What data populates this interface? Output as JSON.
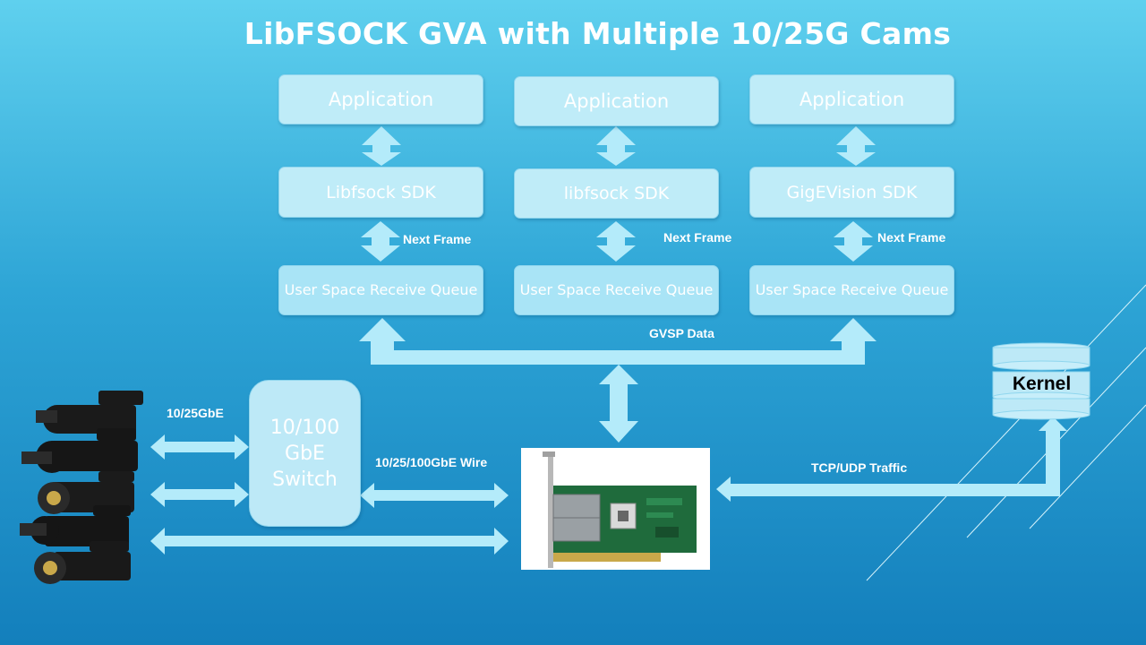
{
  "title": "LibFSOCK GVA with Multiple 10/25G Cams",
  "columns": [
    {
      "app": "Application",
      "sdk": "Libfsock SDK",
      "queue": "User Space Receive Queue",
      "arrow_label": "Next Frame"
    },
    {
      "app": "Application",
      "sdk": "libfsock SDK",
      "queue": "User Space Receive Queue",
      "arrow_label": "Next Frame"
    },
    {
      "app": "Application",
      "sdk": "GigEVision SDK",
      "queue": "User Space Receive Queue",
      "arrow_label": "Next Frame"
    }
  ],
  "labels": {
    "gvsp": "GVSP Data",
    "cam_link": "10/25GbE",
    "wire": "10/25/100GbE Wire",
    "tcp": "TCP/UDP Traffic"
  },
  "switch": {
    "line1": "10/100",
    "line2": "GbE",
    "line3": "Switch"
  },
  "kernel": "Kernel",
  "colors": {
    "arrow": "#b4ebfa",
    "box": "#bfecf8",
    "background_top": "#5fd0ee",
    "background_bottom": "#137fbc"
  }
}
